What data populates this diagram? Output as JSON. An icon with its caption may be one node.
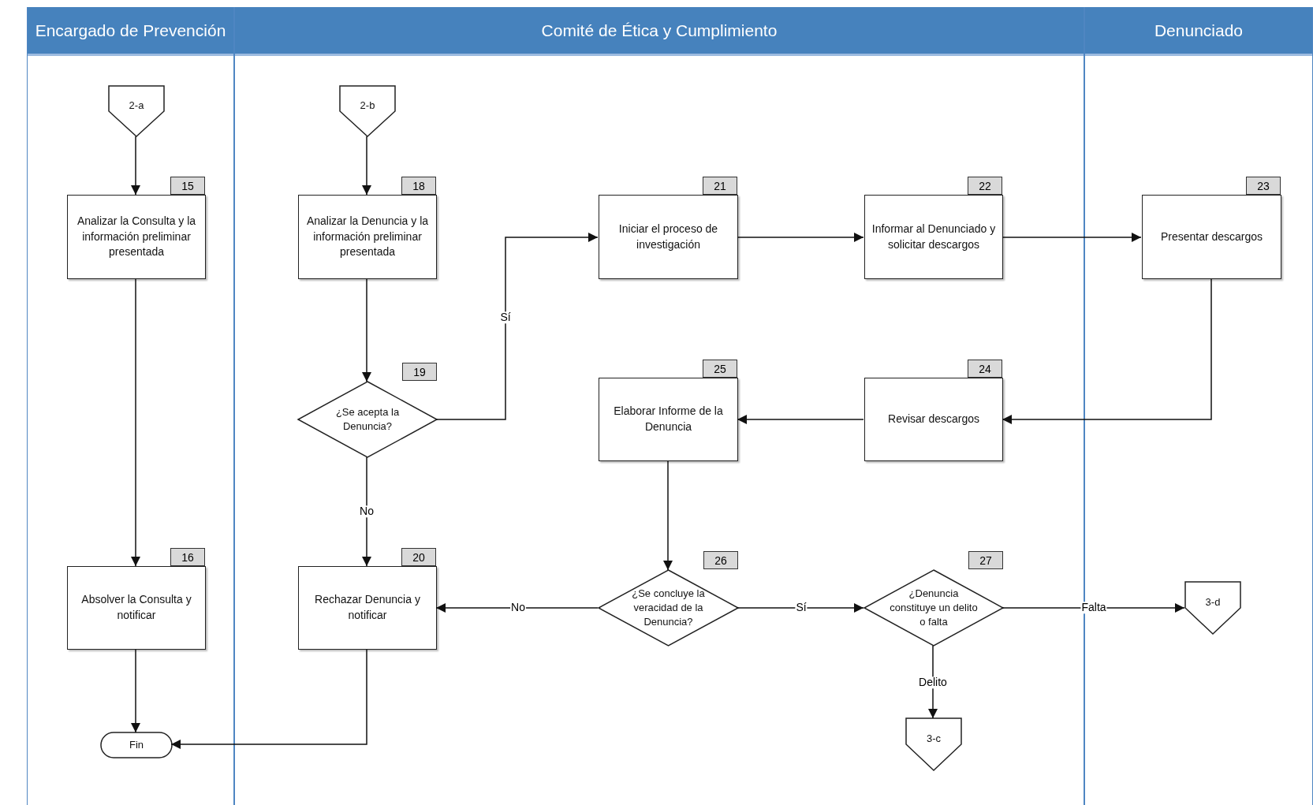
{
  "diagram": {
    "nodes": [
      {
        "text": [
          "Encargado de Prevención"
        ]
      },
      {
        "text": [
          "Comité de Ética y Cumplimiento"
        ]
      },
      {
        "text": [
          "Denunciado"
        ]
      },
      {
        "text": [
          "2-a"
        ],
        "in": 0
      },
      {
        "text": [
          "Analizar la Consulta y la información preliminar presentada"
        ],
        "beside": [
          "15"
        ],
        "in": 0
      },
      {
        "text": [
          "Absolver la Consulta y notificar"
        ],
        "beside": [
          "16"
        ],
        "in": 0
      },
      {
        "text": [
          "Fin"
        ],
        "in": 0
      },
      {
        "text": [
          "2-b"
        ],
        "in": 1
      },
      {
        "text": [
          "Analizar la Denuncia y la información preliminar presentada"
        ],
        "beside": [
          "18"
        ],
        "in": 1
      },
      {
        "text": [
          "¿Se acepta la Denuncia?"
        ],
        "beside": [
          "19"
        ],
        "in": 1
      },
      {
        "text": [
          "Rechazar Denuncia y notificar"
        ],
        "beside": [
          "20"
        ],
        "in": 1
      },
      {
        "text": [
          "Iniciar el proceso de investigación"
        ],
        "beside": [
          "21"
        ],
        "in": 1
      },
      {
        "text": [
          "Informar al Denunciado y solicitar descargos"
        ],
        "beside": [
          "22"
        ],
        "in": 1
      },
      {
        "text": [
          "Elaborar Informe de la Denuncia"
        ],
        "beside": [
          "25"
        ],
        "in": 1
      },
      {
        "text": [
          "Revisar descargos"
        ],
        "beside": [
          "24"
        ],
        "in": 1
      },
      {
        "text": [
          "¿Se concluye la veracidad de la Denuncia?"
        ],
        "beside": [
          "26"
        ],
        "in": 1
      },
      {
        "text": [
          "¿Denuncia constituye un delito o falta"
        ],
        "beside": [
          "27"
        ],
        "in": 1
      },
      {
        "text": [
          "3-c"
        ],
        "in": 1
      },
      {
        "text": [
          "Presentar descargos"
        ],
        "beside": [
          "23"
        ],
        "in": 2
      },
      {
        "text": [
          "3-d"
        ],
        "in": 2
      }
    ],
    "edges": [
      {
        "from": 3,
        "to": 4,
        "arrow": "to"
      },
      {
        "from": 4,
        "to": 5,
        "arrow": "to"
      },
      {
        "from": 5,
        "to": 6,
        "arrow": "to"
      },
      {
        "from": 7,
        "to": 8,
        "arrow": "to"
      },
      {
        "from": 8,
        "to": 9,
        "arrow": "to"
      },
      {
        "from": 9,
        "to": 11,
        "arrow": "to",
        "label": "Sí"
      },
      {
        "from": 9,
        "to": 10,
        "arrow": "to",
        "label": "No"
      },
      {
        "from": 10,
        "to": 6,
        "arrow": "to"
      },
      {
        "from": 11,
        "to": 12,
        "arrow": "to"
      },
      {
        "from": 12,
        "to": 18,
        "arrow": "to"
      },
      {
        "from": 18,
        "to": 14,
        "arrow": "to"
      },
      {
        "from": 14,
        "to": 13,
        "arrow": "to"
      },
      {
        "from": 13,
        "to": 15,
        "arrow": "to"
      },
      {
        "from": 15,
        "to": 10,
        "arrow": "to",
        "label": "No"
      },
      {
        "from": 15,
        "to": 16,
        "arrow": "to",
        "label": "Sí"
      },
      {
        "from": 16,
        "to": 19,
        "arrow": "to",
        "label": "Falta"
      },
      {
        "from": 16,
        "to": 17,
        "arrow": "to",
        "label": "Delito"
      }
    ]
  }
}
